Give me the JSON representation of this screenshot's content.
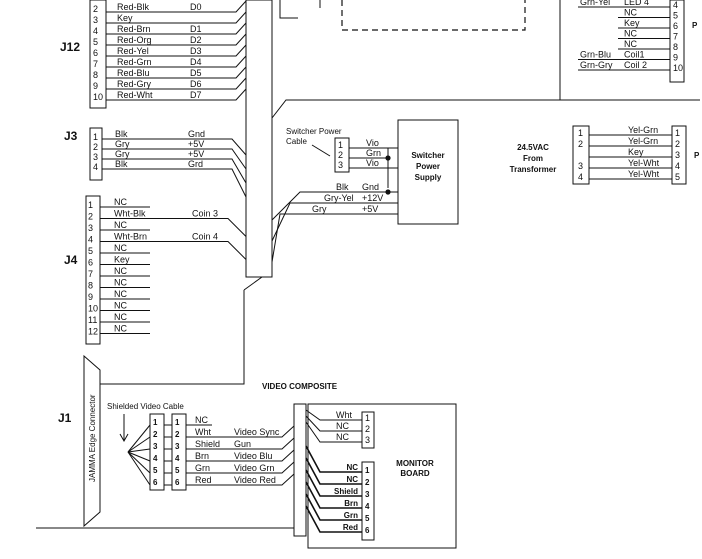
{
  "j12": {
    "label": "J12",
    "rows": [
      {
        "pin": "2",
        "wire": "Red-Blk",
        "sig": "D0"
      },
      {
        "pin": "3",
        "wire": "Key",
        "sig": ""
      },
      {
        "pin": "4",
        "wire": "Red-Brn",
        "sig": "D1"
      },
      {
        "pin": "5",
        "wire": "Red-Org",
        "sig": "D2"
      },
      {
        "pin": "6",
        "wire": "Red-Yel",
        "sig": "D3"
      },
      {
        "pin": "7",
        "wire": "Red-Grn",
        "sig": "D4"
      },
      {
        "pin": "8",
        "wire": "Red-Blu",
        "sig": "D5"
      },
      {
        "pin": "9",
        "wire": "Red-Gry",
        "sig": "D6"
      },
      {
        "pin": "10",
        "wire": "Red-Wht",
        "sig": "D7"
      }
    ]
  },
  "j3": {
    "label": "J3",
    "rows": [
      {
        "pin": "1",
        "wire": "Blk",
        "sig": "Gnd"
      },
      {
        "pin": "2",
        "wire": "Gry",
        "sig": "+5V"
      },
      {
        "pin": "3",
        "wire": "Gry",
        "sig": "+5V"
      },
      {
        "pin": "4",
        "wire": "Blk",
        "sig": "Grd"
      }
    ]
  },
  "j4": {
    "label": "J4",
    "rows": [
      {
        "pin": "1",
        "wire": "NC",
        "sig": ""
      },
      {
        "pin": "2",
        "wire": "Wht-Blk",
        "sig": "Coin 3"
      },
      {
        "pin": "3",
        "wire": "NC",
        "sig": ""
      },
      {
        "pin": "4",
        "wire": "Wht-Brn",
        "sig": "Coin 4"
      },
      {
        "pin": "5",
        "wire": "NC",
        "sig": ""
      },
      {
        "pin": "6",
        "wire": "Key",
        "sig": ""
      },
      {
        "pin": "7",
        "wire": "NC",
        "sig": ""
      },
      {
        "pin": "8",
        "wire": "NC",
        "sig": ""
      },
      {
        "pin": "9",
        "wire": "NC",
        "sig": ""
      },
      {
        "pin": "10",
        "wire": "NC",
        "sig": ""
      },
      {
        "pin": "11",
        "wire": "NC",
        "sig": ""
      },
      {
        "pin": "12",
        "wire": "NC",
        "sig": ""
      }
    ]
  },
  "j1": {
    "label": "J1",
    "edge_label": "JAMMA Edge Connector"
  },
  "switcher": {
    "cable_label": "Switcher Power Cable",
    "cable_rows": [
      {
        "pin": "1",
        "wire": "Vio"
      },
      {
        "pin": "2",
        "wire": "Grn"
      },
      {
        "pin": "3",
        "wire": "Vio"
      }
    ],
    "supply_label": "Switcher Power Supply",
    "outputs": [
      {
        "wire": "Blk",
        "sig": "Gnd"
      },
      {
        "wire": "Gry-Yel",
        "sig": "+12V"
      },
      {
        "wire": "Gry",
        "sig": "+5V"
      }
    ]
  },
  "transformer": {
    "label": "24.5VAC From Transformer",
    "left_pins": [
      "1",
      "2",
      "",
      "3",
      "4"
    ],
    "rows": [
      {
        "pin": "1",
        "wire": "Yel-Grn"
      },
      {
        "pin": "2",
        "wire": "Yel-Grn"
      },
      {
        "pin": "3",
        "wire": "Key"
      },
      {
        "pin": "4",
        "wire": "Yel-Wht"
      },
      {
        "pin": "5",
        "wire": "Yel-Wht"
      }
    ],
    "connector_letter": "P"
  },
  "top_right": {
    "connector_letter": "P",
    "rows": [
      {
        "pin": "4",
        "wire": "Grn-Yel",
        "sig": "LED 4"
      },
      {
        "pin": "5",
        "wire": "",
        "sig": "NC"
      },
      {
        "pin": "6",
        "wire": "",
        "sig": "Key"
      },
      {
        "pin": "7",
        "wire": "",
        "sig": "NC"
      },
      {
        "pin": "8",
        "wire": "",
        "sig": "NC"
      },
      {
        "pin": "9",
        "wire": "Grn-Blu",
        "sig": "Coil1"
      },
      {
        "pin": "10",
        "wire": "Grn-Gry",
        "sig": "Coil 2"
      }
    ]
  },
  "video": {
    "title": "VIDEO COMPOSITE",
    "cable_label": "Shielded Video Cable",
    "rows": [
      {
        "pin": "1",
        "wire": "NC",
        "sig": ""
      },
      {
        "pin": "2",
        "wire": "Wht",
        "sig": "Video Sync"
      },
      {
        "pin": "3",
        "wire": "Shield",
        "sig": "Gun"
      },
      {
        "pin": "4",
        "wire": "Brn",
        "sig": "Video Blu"
      },
      {
        "pin": "5",
        "wire": "Grn",
        "sig": "Video Grn"
      },
      {
        "pin": "6",
        "wire": "Red",
        "sig": "Video Red"
      }
    ],
    "composite_rows": [
      {
        "pin": "1",
        "wire": "Wht"
      },
      {
        "pin": "2",
        "wire": "NC"
      },
      {
        "pin": "3",
        "wire": "NC"
      }
    ],
    "monitor_rows": [
      {
        "pin": "1",
        "wire": "NC"
      },
      {
        "pin": "2",
        "wire": "NC"
      },
      {
        "pin": "3",
        "wire": "Shield"
      },
      {
        "pin": "4",
        "wire": "Brn"
      },
      {
        "pin": "5",
        "wire": "Grn"
      },
      {
        "pin": "6",
        "wire": "Red"
      }
    ],
    "monitor_label": "MONITOR BOARD"
  }
}
